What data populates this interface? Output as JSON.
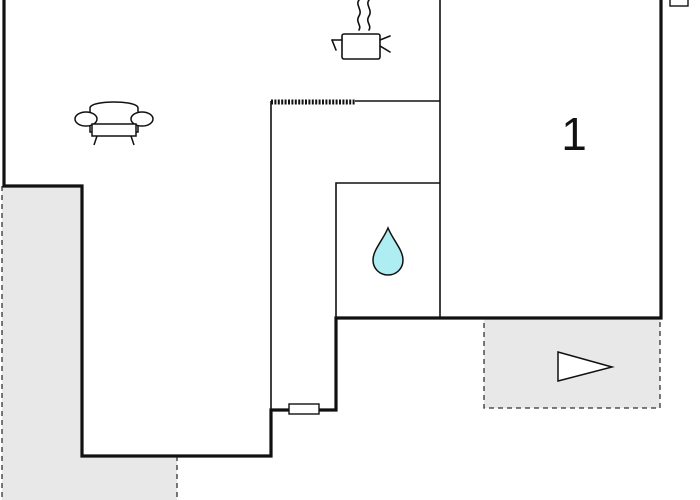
{
  "floor_plan": {
    "rooms": [
      {
        "id": "bedroom",
        "number": "1"
      }
    ],
    "icons": [
      {
        "name": "cooking-pot-icon",
        "meaning": "kitchen"
      },
      {
        "name": "sofa-icon",
        "meaning": "living room"
      },
      {
        "name": "water-drop-icon",
        "meaning": "bathroom"
      },
      {
        "name": "terrace-arrow-icon",
        "meaning": "terrace"
      }
    ],
    "colors": {
      "wall": "#111111",
      "outdoor_area": "#e8e8e8",
      "water": "#aeeef2"
    }
  }
}
